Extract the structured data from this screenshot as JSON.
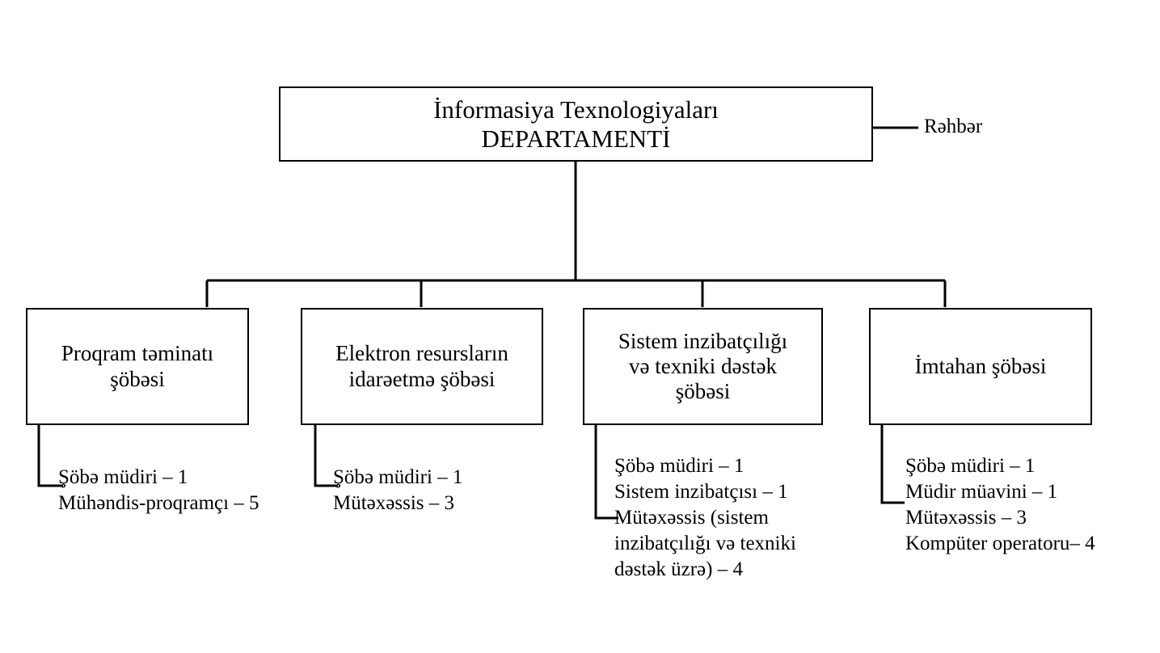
{
  "diagram": {
    "title": "İnformasiya Texnologiyaları DEPARTAMENTİ",
    "type": "organizational-chart",
    "language": "az",
    "colors": {
      "line": "#000000",
      "box_border": "#000000",
      "background": "#ffffff",
      "text": "#000000"
    },
    "root": {
      "label": "İnformasiya Texnologiyaları\nDEPARTAMENTİ",
      "leader_label": "Rəhbər"
    },
    "departments": [
      {
        "label": "Proqram təminatı\nşöbəsi",
        "staff": "Şöbə müdiri – 1\nMühəndis-proqramçı – 5",
        "staff_items": [
          {
            "position": "Şöbə müdiri",
            "count": 1
          },
          {
            "position": "Mühəndis-proqramçı",
            "count": 5
          }
        ]
      },
      {
        "label": "Elektron resursların\nidarəetmə şöbəsi",
        "staff": "Şöbə müdiri – 1\nMütəxəssis – 3",
        "staff_items": [
          {
            "position": "Şöbə müdiri",
            "count": 1
          },
          {
            "position": "Mütəxəssis",
            "count": 3
          }
        ]
      },
      {
        "label": "Sistem inzibatçılığı\nvə texniki dəstək\nşöbəsi",
        "staff": "Şöbə müdiri – 1\nSistem inzibatçısı – 1\nMütəxəssis (sistem\ninzibatçılığı və texniki\ndəstək üzrə) – 4",
        "staff_items": [
          {
            "position": "Şöbə müdiri",
            "count": 1
          },
          {
            "position": "Sistem inzibatçısı",
            "count": 1
          },
          {
            "position": "Mütəxəssis (sistem inzibatçılığı və texniki dəstək üzrə)",
            "count": 4
          }
        ]
      },
      {
        "label": "İmtahan şöbəsi",
        "staff": "Şöbə müdiri – 1\nMüdir müavini – 1\nMütəxəssis – 3\nKompüter operatoru– 4",
        "staff_items": [
          {
            "position": "Şöbə müdiri",
            "count": 1
          },
          {
            "position": "Müdir müavini",
            "count": 1
          },
          {
            "position": "Mütəxəssis",
            "count": 3
          },
          {
            "position": "Kompüter operatoru",
            "count": 4
          }
        ]
      }
    ]
  }
}
